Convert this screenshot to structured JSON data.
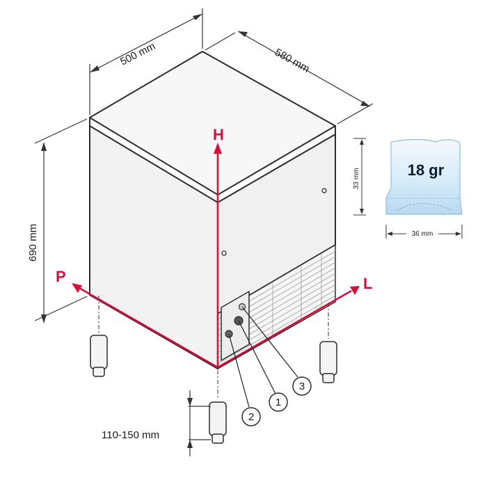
{
  "dimensions": {
    "width": "500 mm",
    "depth": "580 mm",
    "height": "690 mm",
    "feet": "110-150 mm"
  },
  "axes": {
    "h": "H",
    "p": "P",
    "l": "L"
  },
  "callouts": [
    "1",
    "2",
    "3"
  ],
  "ice_cube": {
    "weight": "18 gr",
    "height": "33 mm",
    "width": "36 mm"
  },
  "colors": {
    "axis": "#d3103a",
    "outline": "#2b2b2b",
    "cube_fill": "#cfe6f7"
  }
}
